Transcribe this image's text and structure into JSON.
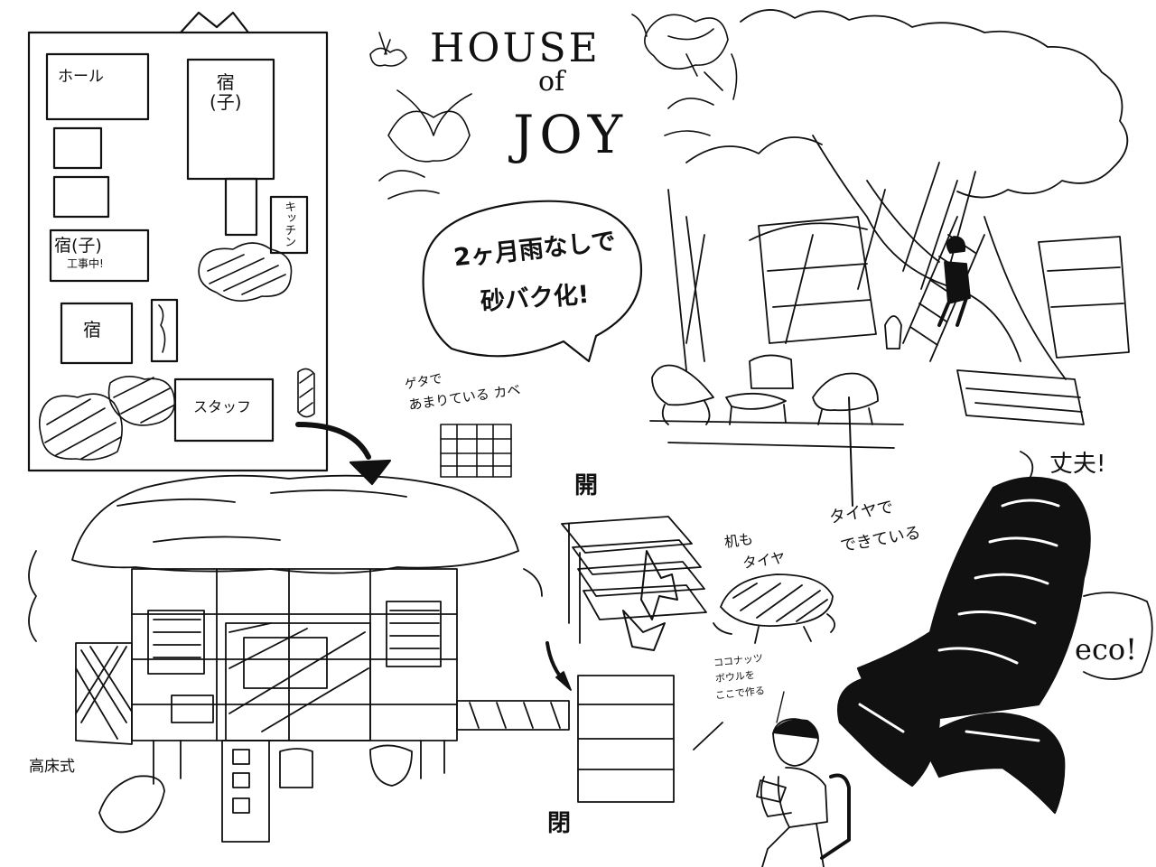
{
  "title": {
    "line1": "HOUSE",
    "line2": "of",
    "line3": "JOY"
  },
  "floor_plan": {
    "hall": "ホール",
    "inn_kids": "宿\n(子)",
    "kitchen": "キッチン",
    "inn_under_construction": "宿(子)",
    "under_construction": "工事中!",
    "inn": "宿",
    "staff": "スタッフ"
  },
  "speech_bubble": {
    "line1": "2ヶ月雨なしで",
    "line2": "砂バク化!"
  },
  "notes": {
    "wall_line1": "ゲタで",
    "wall_line2": "あまりている カベ",
    "open": "開",
    "closed": "閉",
    "stilts": "高床式",
    "table_line1": "机も",
    "table_line2": "タイヤ",
    "tires_line1": "タイヤで",
    "tires_line2": "できている",
    "sturdy": "丈夫!",
    "eco": "eco!",
    "coconut_line1": "ココナッツ",
    "coconut_line2": "ボウルを",
    "coconut_line3": "ここで作る"
  },
  "colors": {
    "ink": "#111111",
    "paper": "#ffffff"
  }
}
